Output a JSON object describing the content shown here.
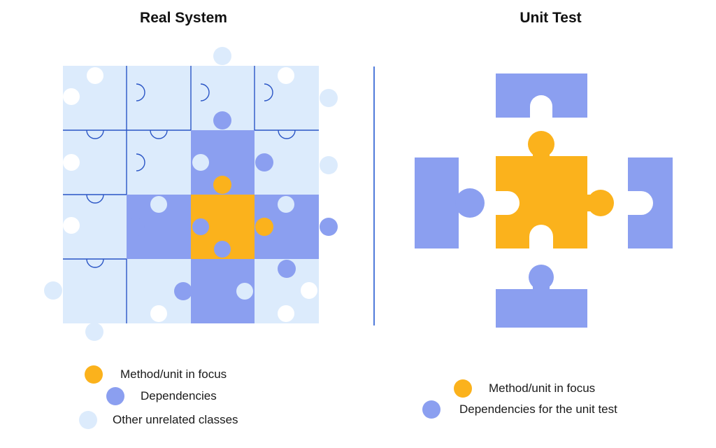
{
  "left_panel": {
    "title": "Real System",
    "legend": [
      {
        "label": "Method/unit in focus",
        "color": "#fbb21c"
      },
      {
        "label": "Dependencies",
        "color": "#8b9ff0"
      },
      {
        "label": "Other unrelated classes",
        "color": "#dcebfc"
      }
    ]
  },
  "right_panel": {
    "title": "Unit Test",
    "legend": [
      {
        "label": "Method/unit in focus",
        "color": "#fbb21c"
      },
      {
        "label": "Dependencies for the unit test",
        "color": "#8b9ff0"
      }
    ]
  },
  "colors": {
    "focus": "#fbb21c",
    "dependency": "#8b9ff0",
    "unrelated": "#dcebfc",
    "seam": "#2a55c5",
    "divider": "#3d6bd6"
  }
}
